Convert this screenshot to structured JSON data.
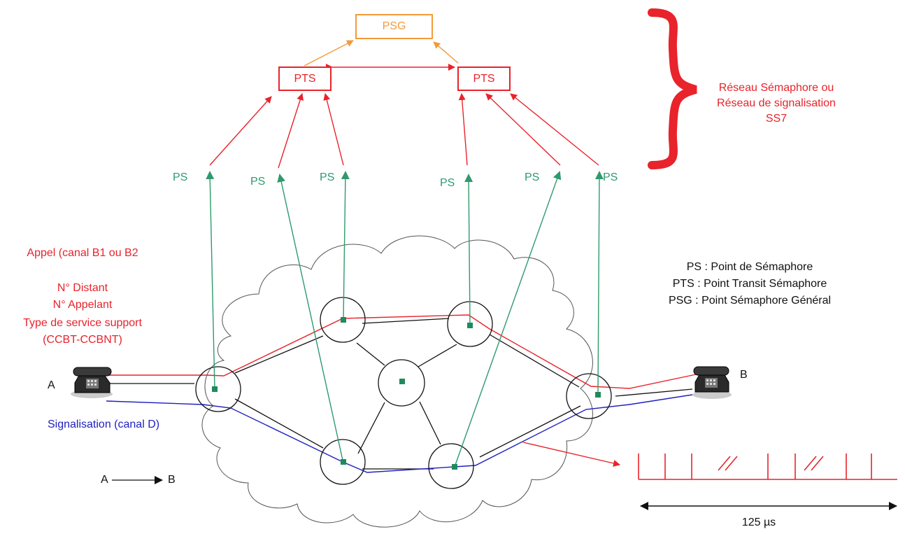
{
  "signaling_network": {
    "psg_label": "PSG",
    "pts_left_label": "PTS",
    "pts_right_label": "PTS",
    "ps_labels": [
      "PS",
      "PS",
      "PS",
      "PS",
      "PS",
      "PS"
    ],
    "title_lines": [
      "Réseau Sémaphore ou",
      "Réseau de signalisation",
      "SS7"
    ]
  },
  "call_info": {
    "lines": [
      "Appel (canal B1 ou B2",
      "N° Distant",
      "N° Appelant",
      "Type de service support",
      "(CCBT-CCBNT)"
    ]
  },
  "legend": {
    "lines": [
      "PS : Point de Sémaphore",
      "PTS : Point Transit Sémaphore",
      "PSG : Point Sémaphore Général"
    ]
  },
  "endpoints": {
    "a_label": "A",
    "b_label": "B"
  },
  "signaling_label": "Signalisation (canal D)",
  "direction": {
    "from": "A",
    "to": "B"
  },
  "timing": {
    "duration_label": "125 µs"
  },
  "colors": {
    "red": "#e8232b",
    "green": "#2f9a6e",
    "blue": "#2020c0",
    "orange": "#f39a3a",
    "black": "#111111"
  }
}
